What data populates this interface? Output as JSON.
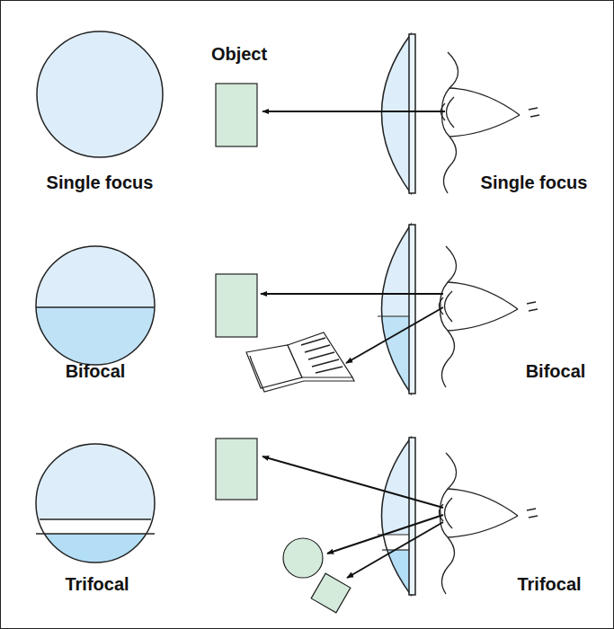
{
  "diagram": {
    "labels": [
      "Object",
      "Single focus",
      "Single focus",
      "Bifocal",
      "Bifocal",
      "Trifocal",
      "Trifocal"
    ]
  }
}
